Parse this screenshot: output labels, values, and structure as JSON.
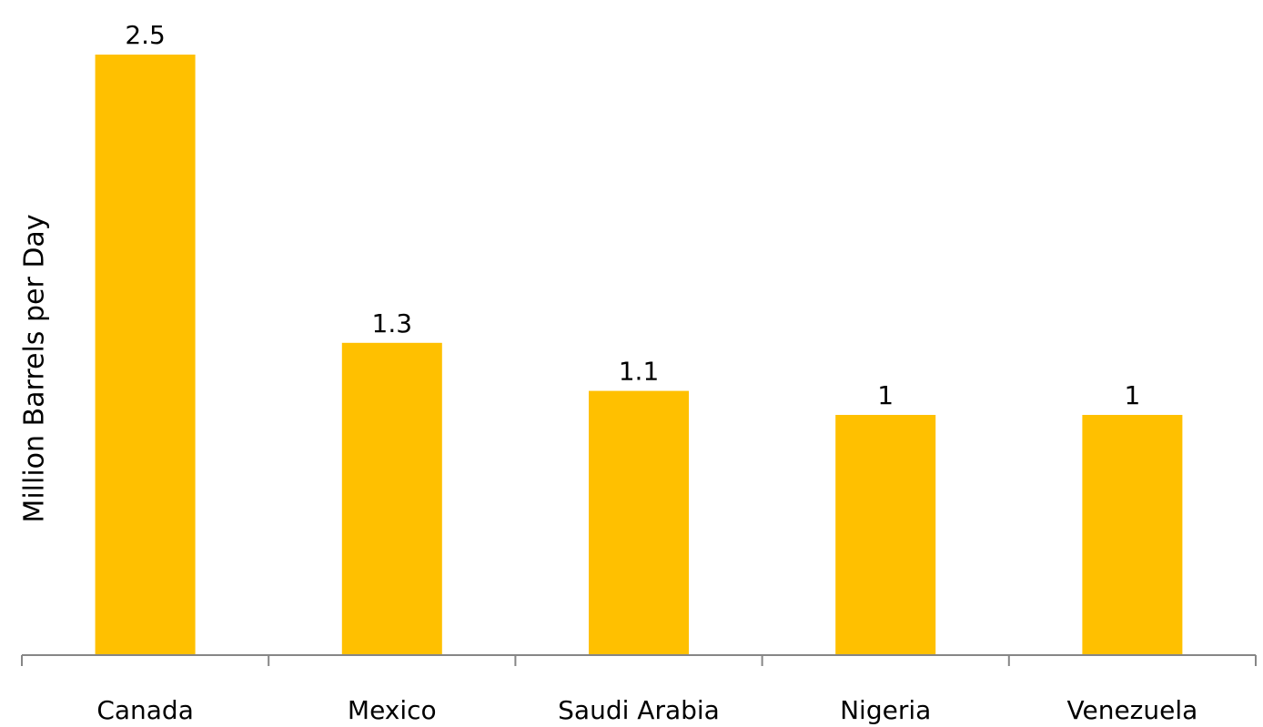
{
  "chart_data": {
    "type": "bar",
    "categories": [
      "Canada",
      "Mexico",
      "Saudi Arabia",
      "Nigeria",
      "Venezuela"
    ],
    "values": [
      2.5,
      1.3,
      1.1,
      1,
      1
    ],
    "data_labels": [
      "2.5",
      "1.3",
      "1.1",
      "1",
      "1"
    ],
    "title": "",
    "xlabel": "",
    "ylabel": "Million Barrels  per Day",
    "ylim": [
      0,
      2.5
    ],
    "grid": false,
    "legend": "none",
    "colors": {
      "bar": "#FFC000",
      "axis": "#868686",
      "text": "#000000"
    }
  }
}
